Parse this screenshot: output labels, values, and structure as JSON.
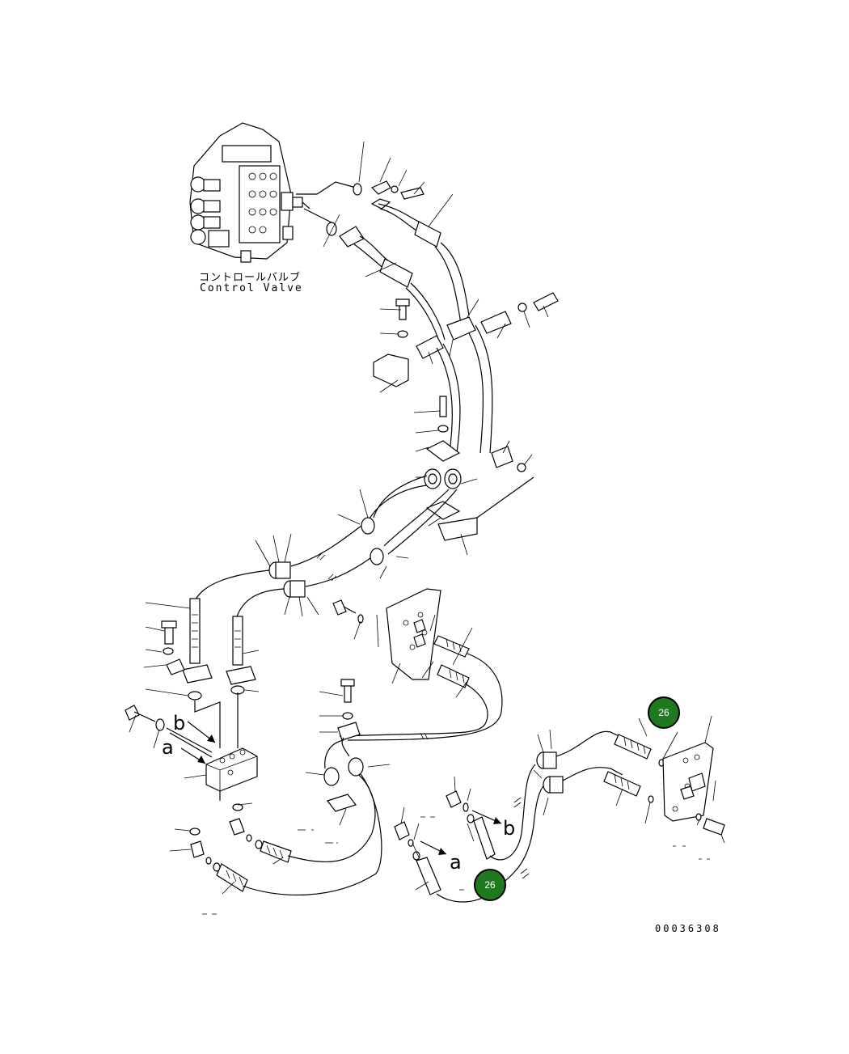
{
  "control_valve_label_jp": "コントロールバルブ",
  "control_valve_label_en": "Control Valve",
  "figure_number": "00036308",
  "arrow_markers": {
    "a_left": "a",
    "b_left": "b",
    "a_right": "a",
    "b_right": "b"
  },
  "callouts": [
    {
      "label": "26"
    },
    {
      "label": "26"
    }
  ],
  "colors": {
    "callout": "#1f7a1f",
    "line": "#000000"
  }
}
